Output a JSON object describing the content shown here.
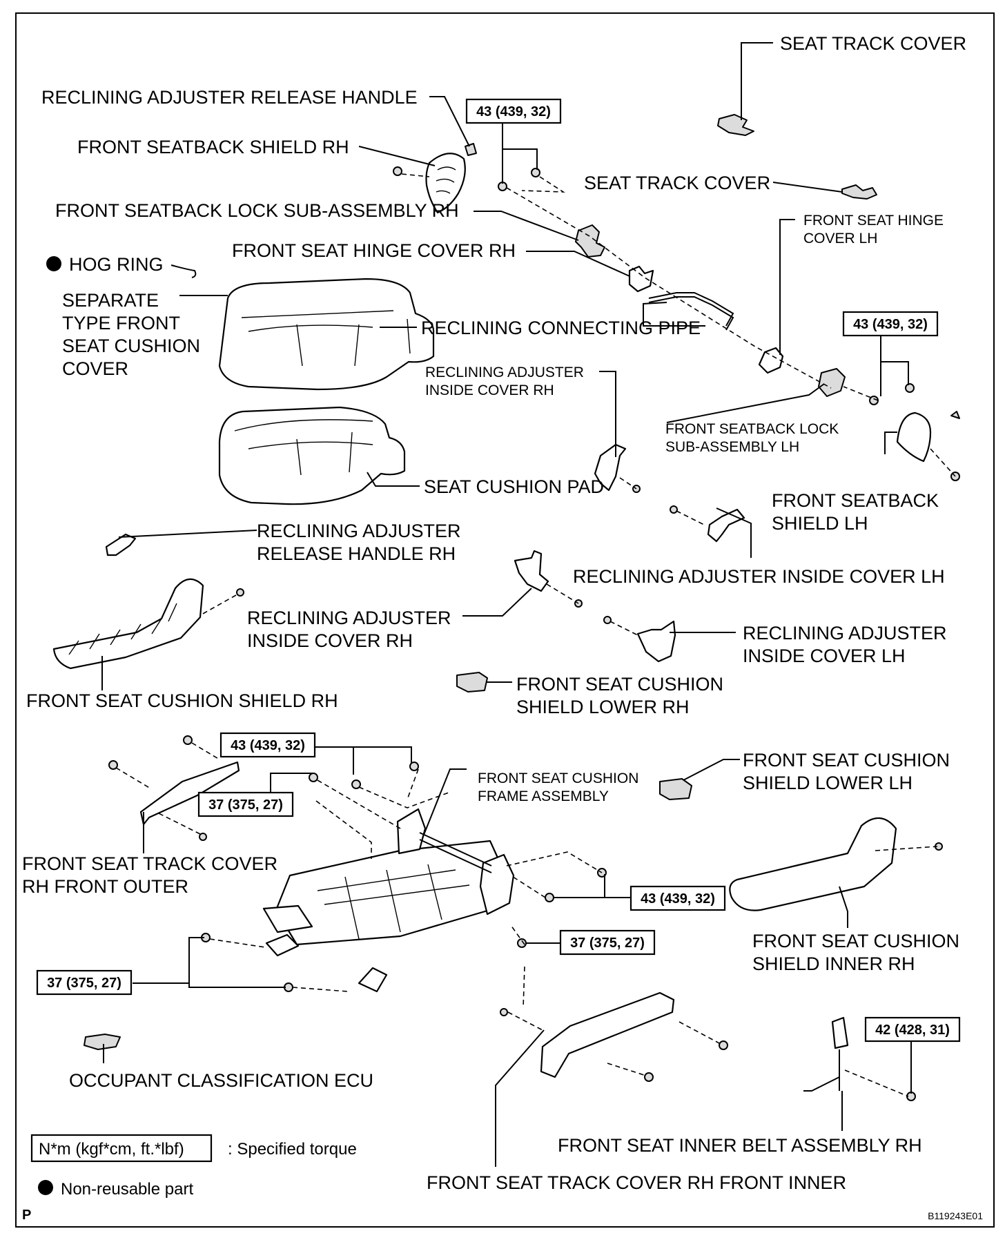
{
  "labels": {
    "seat_track_cover_top": "SEAT TRACK COVER",
    "reclining_adjuster_release_handle": "RECLINING ADJUSTER RELEASE HANDLE",
    "front_seatback_shield_rh": "FRONT SEATBACK SHIELD RH",
    "seat_track_cover_mid": "SEAT TRACK COVER",
    "front_seatback_lock_rh": "FRONT SEATBACK LOCK SUB-ASSEMBLY RH",
    "front_seat_hinge_cover_lh_1": "FRONT SEAT HINGE",
    "front_seat_hinge_cover_lh_2": "COVER LH",
    "hog_ring": "HOG RING",
    "front_seat_hinge_cover_rh": "FRONT SEAT HINGE COVER RH",
    "separate_cover_1": "SEPARATE",
    "separate_cover_2": "TYPE FRONT",
    "separate_cover_3": "SEAT CUSHION",
    "separate_cover_4": "COVER",
    "reclining_connecting_pipe": "RECLINING CONNECTING PIPE",
    "reclining_inside_cover_rh_upper_1": "RECLINING ADJUSTER",
    "reclining_inside_cover_rh_upper_2": "INSIDE COVER RH",
    "front_seatback_lock_lh_1": "FRONT SEATBACK LOCK",
    "front_seatback_lock_lh_2": "SUB-ASSEMBLY LH",
    "seat_cushion_pad": "SEAT CUSHION PAD",
    "front_seatback_shield_lh_1": "FRONT SEATBACK",
    "front_seatback_shield_lh_2": "SHIELD LH",
    "release_handle_rh_1": "RECLINING ADJUSTER",
    "release_handle_rh_2": "RELEASE HANDLE RH",
    "reclining_inside_cover_lh_upper": "RECLINING ADJUSTER INSIDE COVER LH",
    "reclining_inside_cover_rh_1": "RECLINING ADJUSTER",
    "reclining_inside_cover_rh_2": "INSIDE COVER RH",
    "reclining_inside_cover_lh_1": "RECLINING ADJUSTER",
    "reclining_inside_cover_lh_2": "INSIDE COVER LH",
    "front_seat_cushion_shield_rh": "FRONT SEAT CUSHION SHIELD RH",
    "cushion_shield_lower_rh_1": "FRONT SEAT CUSHION",
    "cushion_shield_lower_rh_2": "SHIELD LOWER RH",
    "cushion_frame_1": "FRONT SEAT CUSHION",
    "cushion_frame_2": "FRAME ASSEMBLY",
    "cushion_shield_lower_lh_1": "FRONT SEAT CUSHION",
    "cushion_shield_lower_lh_2": "SHIELD LOWER LH",
    "track_cover_front_outer_1": "FRONT SEAT TRACK COVER",
    "track_cover_front_outer_2": "RH FRONT OUTER",
    "cushion_shield_inner_rh_1": "FRONT SEAT CUSHION",
    "cushion_shield_inner_rh_2": "SHIELD INNER RH",
    "occupant_classification_ecu": "OCCUPANT CLASSIFICATION ECU",
    "inner_belt_assembly_rh": "FRONT SEAT INNER BELT ASSEMBLY RH",
    "track_cover_front_inner": "FRONT SEAT TRACK COVER RH FRONT INNER"
  },
  "torques": {
    "t1": "43 (439, 32)",
    "t2": "43 (439, 32)",
    "t3": "43 (439, 32)",
    "t4": "37 (375, 27)",
    "t5": "43 (439, 32)",
    "t6": "37 (375, 27)",
    "t7": "37 (375, 27)",
    "t8": "42 (428, 31)"
  },
  "legend": {
    "torque_unit": "N*m (kgf*cm, ft.*lbf)",
    "torque_desc": ": Specified torque",
    "nonreusable": "Non-reusable part"
  },
  "corner": {
    "page_marker": "P",
    "figure_code": "B119243E01"
  }
}
